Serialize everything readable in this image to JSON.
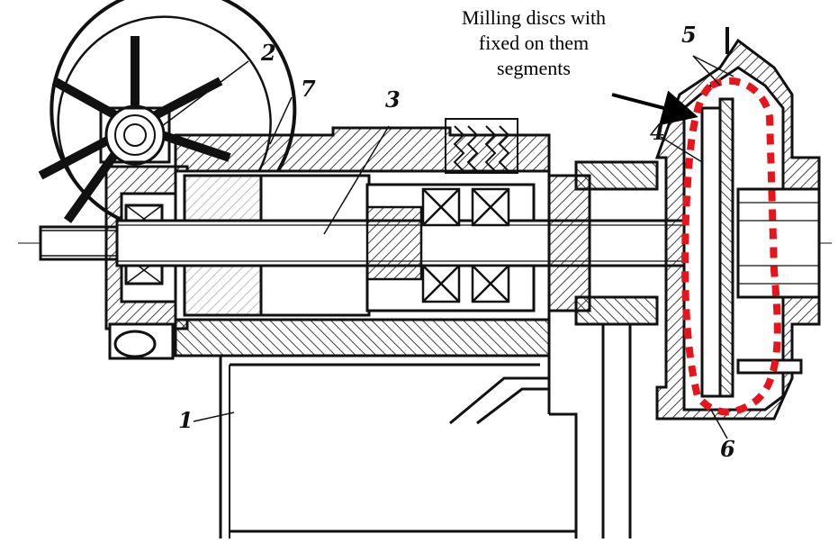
{
  "callout": {
    "line1": "Milling discs with",
    "line2": "fixed on them",
    "line3": "segments"
  },
  "part_labels": {
    "p1": "1",
    "p2": "2",
    "p3": "3",
    "p4": "4",
    "p5": "5",
    "p6": "6",
    "p7": "7"
  },
  "colors": {
    "drawing": "#111111",
    "highlight": "#e8141c",
    "arrow": "#000000"
  }
}
